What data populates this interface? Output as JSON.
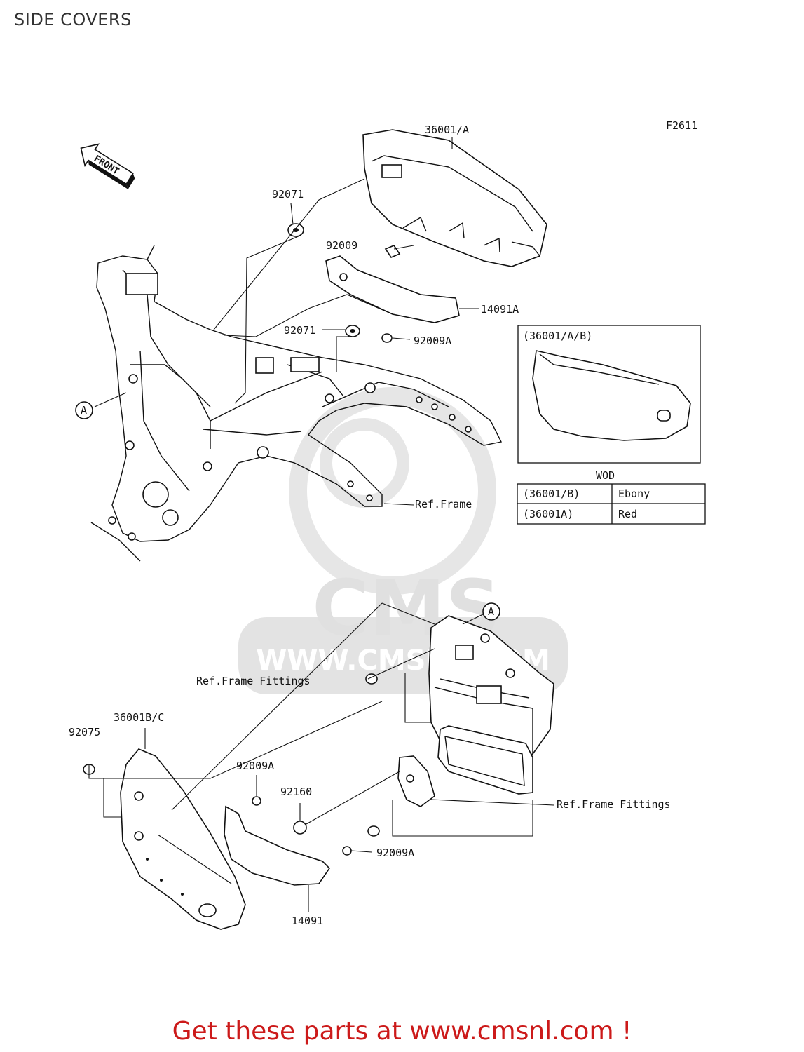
{
  "page": {
    "title": "SIDE COVERS"
  },
  "figure": {
    "code": "F2611",
    "front_label": "FRONT"
  },
  "callouts": {
    "cover_top": "36001/A",
    "grommet_1": "92071",
    "bolt_1": "92009",
    "trim_top": "14091A",
    "grommet_2": "92071",
    "bolt_2": "92009A",
    "ref_a_1": "A",
    "ref_frame": "Ref.Frame",
    "ref_a_2": "A",
    "ref_frame_fittings_1": "Ref.Frame Fittings",
    "cover_bottom": "36001B/C",
    "grommet_3": "92075",
    "bolt_3": "92009A",
    "washer": "92160",
    "bolt_4": "92009A",
    "ref_frame_fittings_2": "Ref.Frame Fittings",
    "trim_bottom": "14091"
  },
  "inset": {
    "title": "(36001/A/B)"
  },
  "color_table": {
    "heading": "WOD",
    "rows": [
      {
        "part": "(36001/B)",
        "color": "Ebony"
      },
      {
        "part": "(36001A)",
        "color": "Red"
      }
    ]
  },
  "watermark": {
    "brand": "CMS",
    "url": "WWW.CMSNL.COM"
  },
  "footer": {
    "cta": "Get these parts at www.cmsnl.com !"
  },
  "colors": {
    "footer_text": "#cc1a1a",
    "line": "#111111",
    "watermark": "#e3e3e3"
  }
}
